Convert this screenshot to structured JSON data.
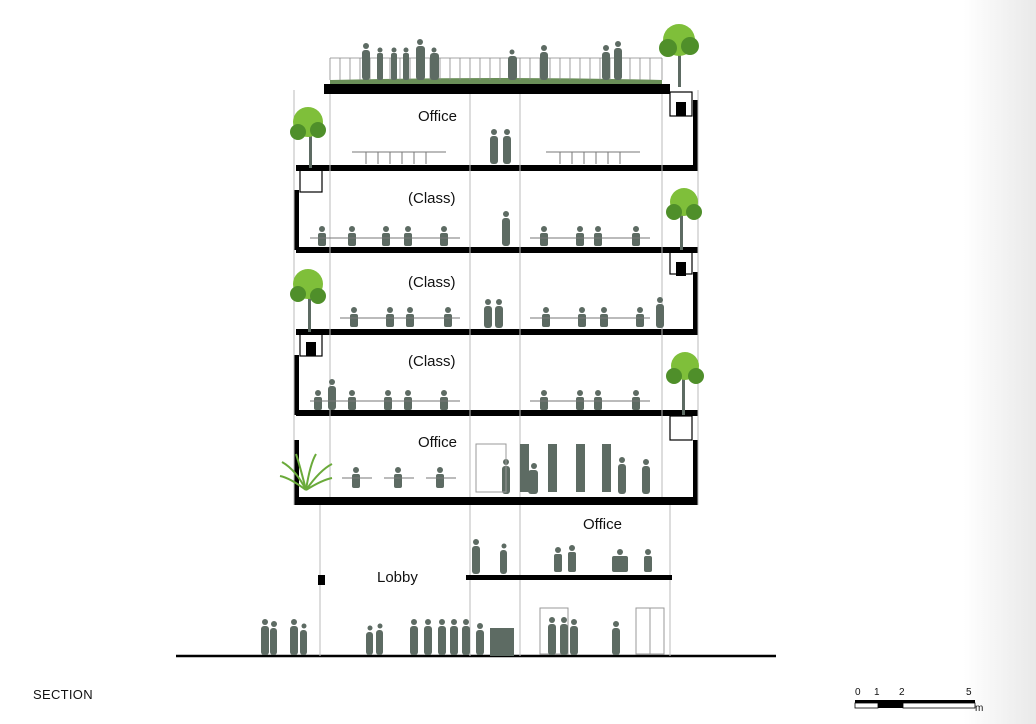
{
  "caption": "SECTION",
  "labels": {
    "office_top": "Office",
    "class_4": "(Class)",
    "class_3": "(Class)",
    "class_2": "(Class)",
    "office_1": "Office",
    "office_mezz": "Office",
    "lobby": "Lobby"
  },
  "scale_bar": {
    "ticks": [
      "0",
      "1",
      "2",
      "5"
    ],
    "unit": "m"
  },
  "colors": {
    "structure": "#000000",
    "figure": "#5d6b63",
    "foliage": "#7fbf3a",
    "foliage_dark": "#4f8f2a",
    "green_roof": "#6a8f58",
    "wall_grey": "#bdbdbd"
  }
}
